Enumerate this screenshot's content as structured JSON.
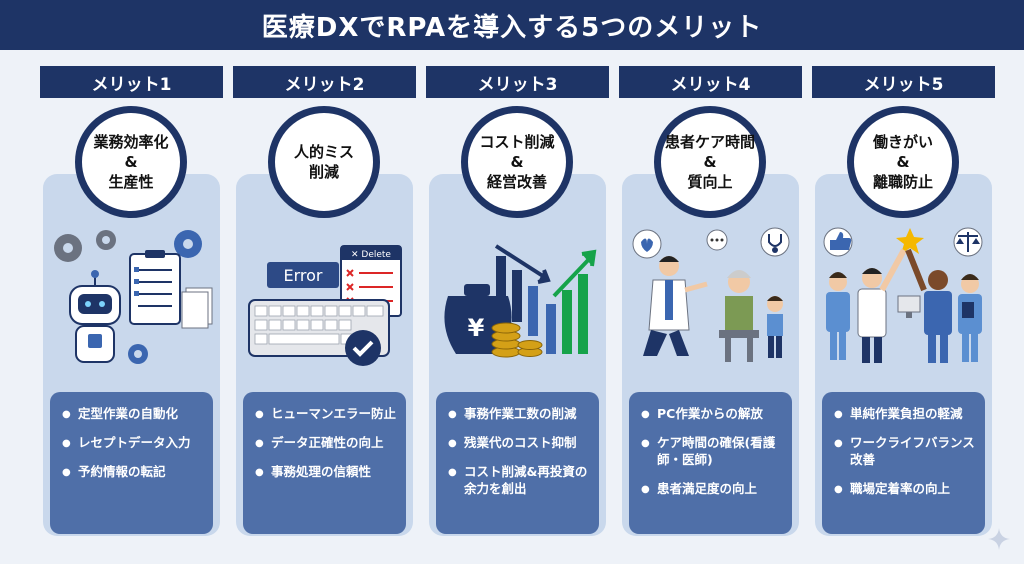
{
  "title": "医療DXでRPAを導入する5つのメリット",
  "columns": [
    {
      "label": "メリット1",
      "circle": [
        "業務効率化",
        "&",
        "生産性"
      ],
      "items": [
        "定型作業の自動化",
        "レセプトデータ入力",
        "予約情報の転記"
      ]
    },
    {
      "label": "メリット2",
      "circle": [
        "人的ミス",
        "削減"
      ],
      "illustration_text": {
        "error": "Error",
        "delete": "✕ Delete"
      },
      "items": [
        "ヒューマンエラー防止",
        "データ正確性の向上",
        "事務処理の信頼性"
      ]
    },
    {
      "label": "メリット3",
      "circle": [
        "コスト削減",
        "&",
        "経営改善"
      ],
      "illustration_text": {
        "yen": "¥"
      },
      "items": [
        "事務作業工数の削減",
        "残業代のコスト抑制",
        "コスト削減&再投資の余力を創出"
      ]
    },
    {
      "label": "メリット4",
      "circle": [
        "患者ケア時間",
        "&",
        "質向上"
      ],
      "items": [
        "PC作業からの解放",
        "ケア時間の確保(看護師・医師)",
        "患者満足度の向上"
      ]
    },
    {
      "label": "メリット5",
      "circle": [
        "働きがい",
        "&",
        "離職防止"
      ],
      "items": [
        "単純作業負担の軽減",
        "ワークライフバランス改善",
        "職場定着率の向上"
      ]
    }
  ]
}
